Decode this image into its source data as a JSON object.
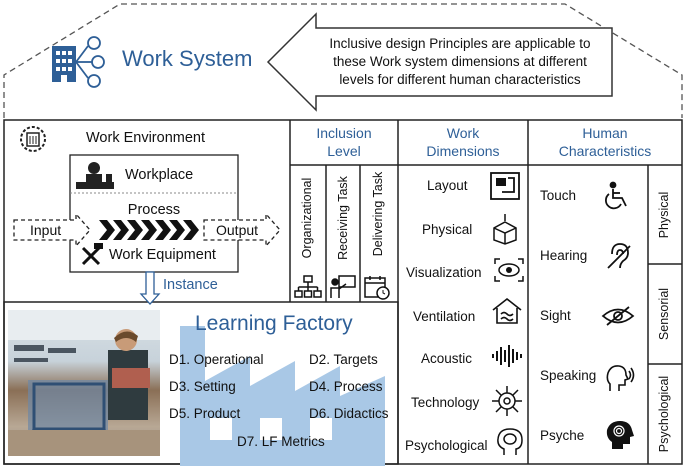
{
  "header": {
    "title": "Work System",
    "callout_lines": [
      "Inclusive design Principles are applicable to",
      "these Work system dimensions at different",
      "levels for different human characteristics"
    ]
  },
  "work_environment": {
    "title": "Work Environment",
    "workplace": "Workplace",
    "process": "Process",
    "input": "Input",
    "output": "Output",
    "work_equipment": "Work Equipment",
    "instance": "Instance"
  },
  "inclusion_level": {
    "title_line1": "Inclusion",
    "title_line2": "Level",
    "levels": [
      "Organizational",
      "Receiving Task",
      "Delivering Task"
    ]
  },
  "work_dimensions": {
    "title_line1": "Work",
    "title_line2": "Dimensions",
    "items": [
      "Layout",
      "Physical",
      "Visualization",
      "Ventilation",
      "Acoustic",
      "Technology",
      "Psychological"
    ]
  },
  "human_characteristics": {
    "title_line1": "Human",
    "title_line2": "Characteristics",
    "items": [
      "Touch",
      "Hearing",
      "Sight",
      "Speaking",
      "Psyche"
    ],
    "groups": [
      "Physical",
      "Sensorial",
      "Psychological"
    ]
  },
  "learning_factory": {
    "title": "Learning Factory",
    "items_left": [
      "D1. Operational",
      "D3. Setting",
      "D5. Product"
    ],
    "items_right": [
      "D2. Targets",
      "D4. Process",
      "D6. Didactics"
    ],
    "item_bottom": "D7. LF Metrics"
  },
  "colors": {
    "blue_text": "#2e5f97",
    "factory_fill": "#a9c8e6",
    "arrow_fill": "#ffffff"
  }
}
